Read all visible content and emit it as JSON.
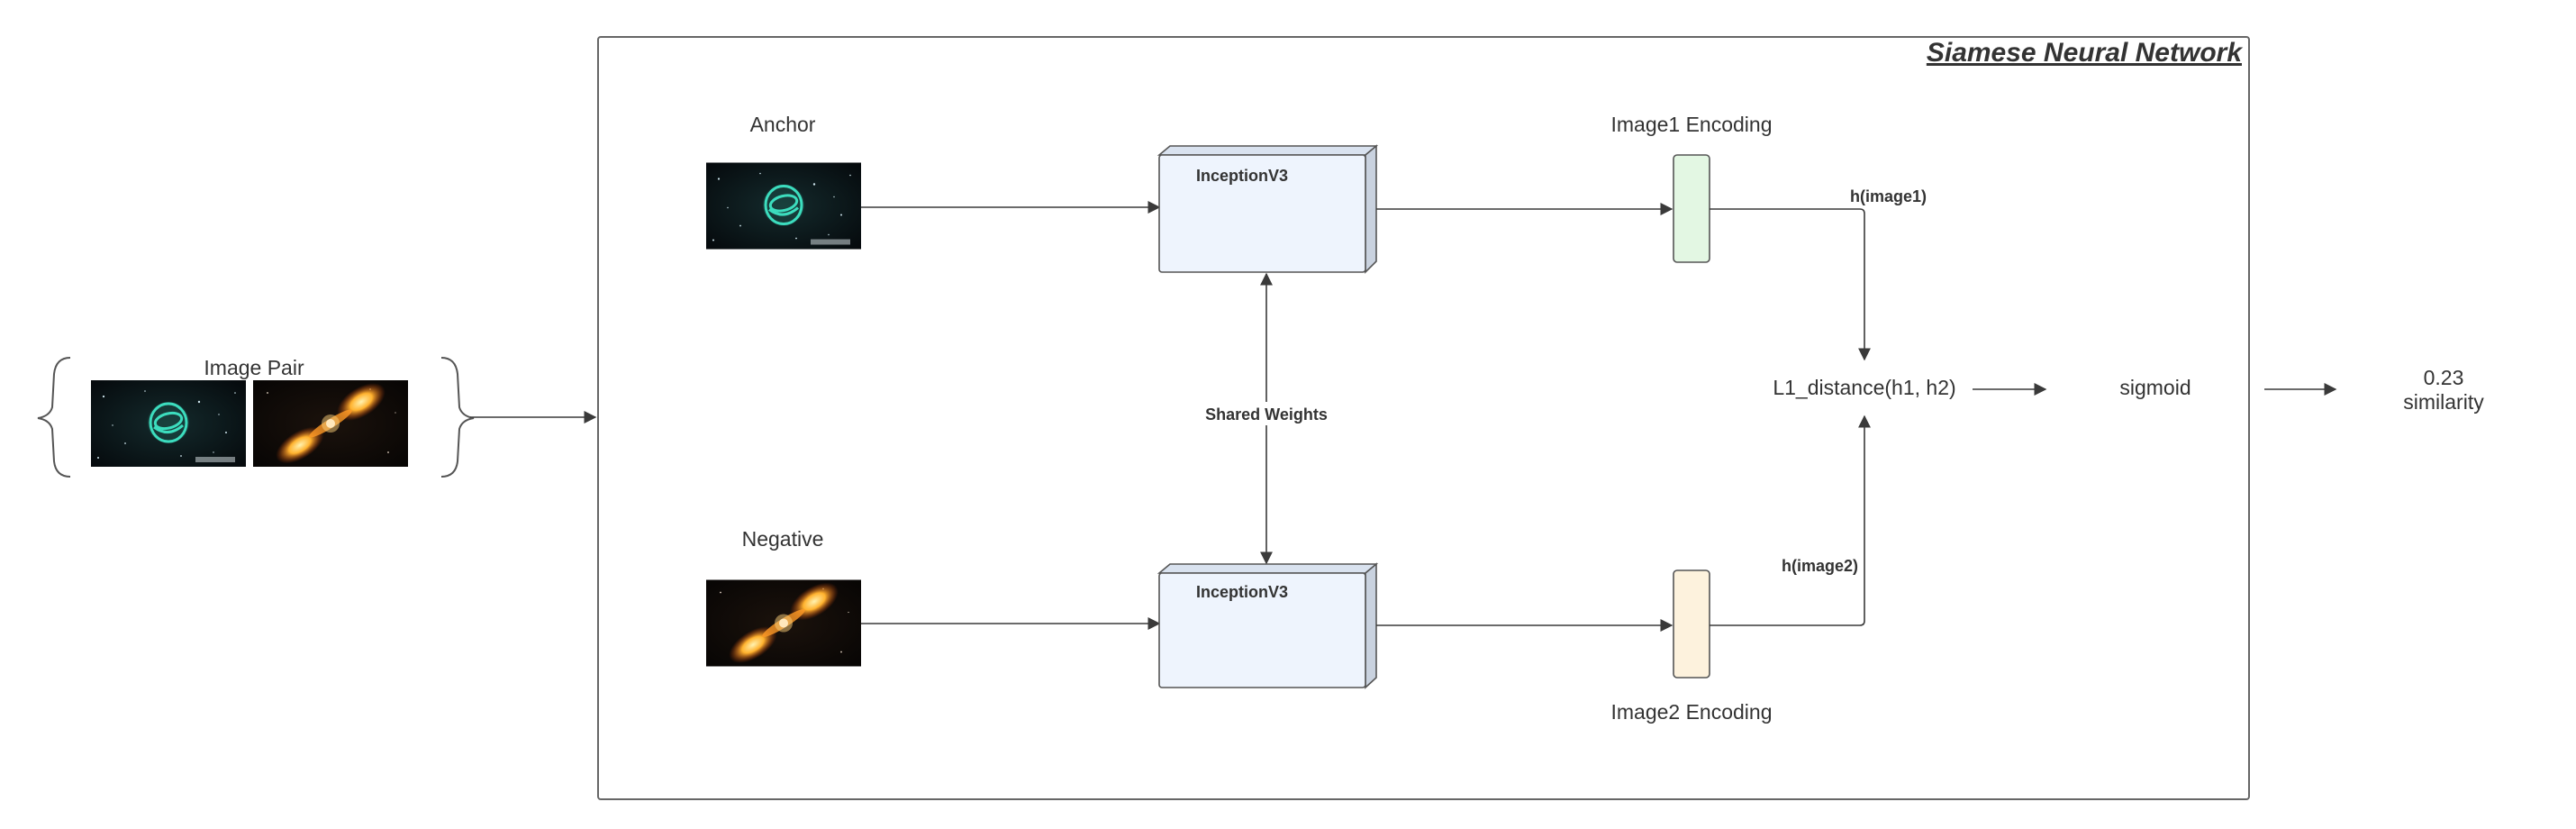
{
  "title": "Siamese Neural Network",
  "image_pair": {
    "label": "Image Pair"
  },
  "anchor": {
    "label": "Anchor"
  },
  "negative": {
    "label": "Negative"
  },
  "encoder_top": {
    "label": "InceptionV3"
  },
  "encoder_bottom": {
    "label": "InceptionV3"
  },
  "shared_weights": {
    "label": "Shared Weights"
  },
  "encoding1": {
    "label": "Image1 Encoding",
    "edge_label": "h(image1)"
  },
  "encoding2": {
    "label": "Image2 Encoding",
    "edge_label": "h(image2)"
  },
  "distance": {
    "label": "L1_distance(h1, h2)"
  },
  "activation": {
    "label": "sigmoid"
  },
  "output": {
    "value": "0.23",
    "label": "similarity"
  },
  "colors": {
    "encoder_fill": "#eef4fd",
    "encoding1_fill": "#e3f7e3",
    "encoding2_fill": "#fdf2dd",
    "line": "#3a3a3a",
    "border": "#555555"
  }
}
